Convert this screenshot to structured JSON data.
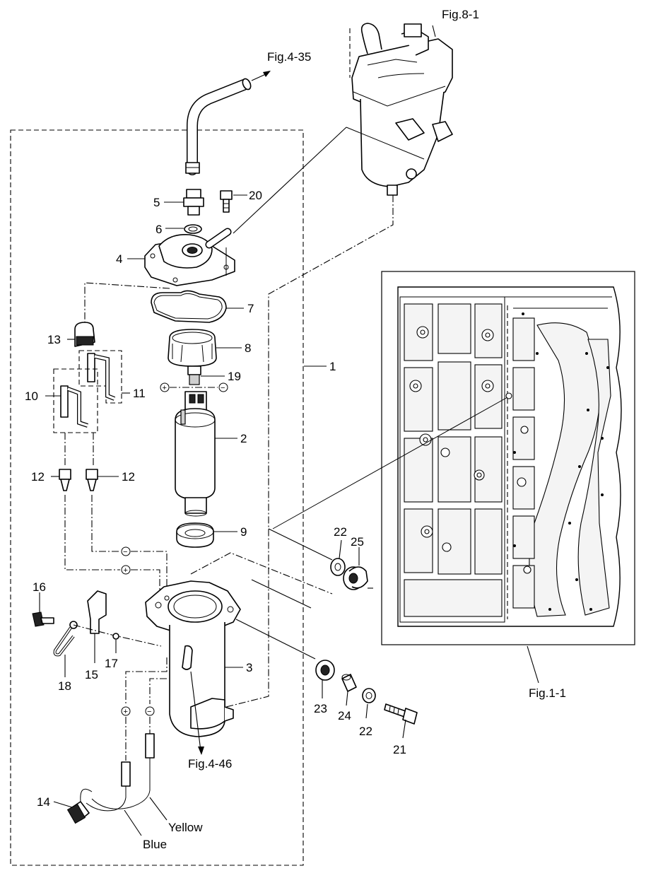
{
  "refs": {
    "fig_8_1": "Fig.8-1",
    "fig_4_35": "Fig.4-35",
    "fig_1_1": "Fig.1-1",
    "fig_4_46": "Fig.4-46"
  },
  "callouts": {
    "c1": "1",
    "c2": "2",
    "c3": "3",
    "c4": "4",
    "c5": "5",
    "c6": "6",
    "c7": "7",
    "c8": "8",
    "c9": "9",
    "c10": "10",
    "c11": "11",
    "c12a": "12",
    "c12b": "12",
    "c13": "13",
    "c14": "14",
    "c15": "15",
    "c16": "16",
    "c17": "17",
    "c18": "18",
    "c19": "19",
    "c20": "20",
    "c21": "21",
    "c22a": "22",
    "c22b": "22",
    "c23": "23",
    "c24": "24",
    "c25": "25"
  },
  "wires": {
    "yellow": "Yellow",
    "blue": "Blue"
  },
  "symbols": {
    "plus": "+",
    "minus": "−"
  }
}
